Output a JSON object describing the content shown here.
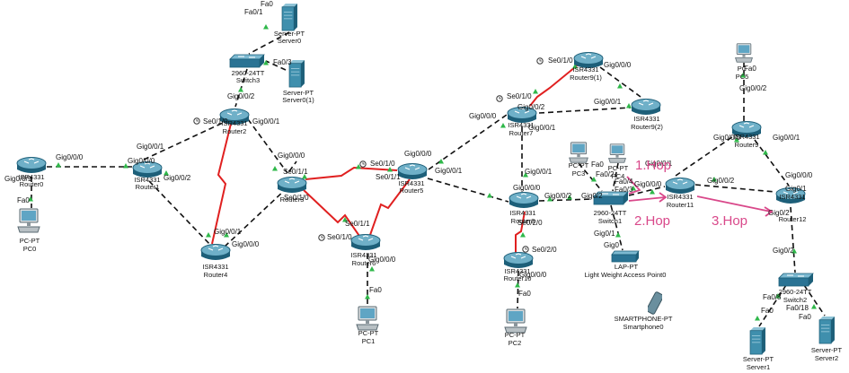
{
  "devices": {
    "server0": {
      "model": "Server-PT",
      "name": "Server0"
    },
    "server01": {
      "model": "Server-PT",
      "name": "Server0(1)"
    },
    "switch3": {
      "model": "2960-24TT",
      "name": "Switch3"
    },
    "router2": {
      "model": "ISR4331",
      "name": "Router2"
    },
    "router0": {
      "model": "ISR4331",
      "name": "Router0"
    },
    "router1": {
      "model": "ISR4331",
      "name": "Router1"
    },
    "router4": {
      "model": "ISR4331",
      "name": "Router4"
    },
    "router3": {
      "model": "ISR4331",
      "name": "Router3"
    },
    "router6": {
      "model": "ISR4331",
      "name": "Router6"
    },
    "router5": {
      "model": "ISR4331",
      "name": "Router5"
    },
    "router7": {
      "model": "ISR4331",
      "name": "Router7"
    },
    "router91": {
      "model": "ISR4331",
      "name": "Router9(1)"
    },
    "router92": {
      "model": "ISR4331",
      "name": "Router9(2)"
    },
    "router8": {
      "model": "ISR4331",
      "name": "Router8"
    },
    "router10": {
      "model": "ISR4331",
      "name": "Router10"
    },
    "switch1": {
      "model": "2960-24TT",
      "name": "Switch1"
    },
    "ap0": {
      "model": "LAP-PT",
      "name": "Light Weight Access Point0"
    },
    "smartphone0": {
      "model": "SMARTPHONE-PT",
      "name": "Smartphone0"
    },
    "pc0": {
      "model": "PC-PT",
      "name": "PC0"
    },
    "pc1": {
      "model": "PC-PT",
      "name": "PC1"
    },
    "pc2": {
      "model": "PC-PT",
      "name": "PC2"
    },
    "pc3": {
      "model": "PC-PT",
      "name": "PC3"
    },
    "pc4": {
      "model": "PC-PT",
      "name": "PC4"
    },
    "pc5": {
      "model": "PC",
      "name": "PC5"
    },
    "router11": {
      "model": "ISR4331",
      "name": "Router11"
    },
    "router9": {
      "model": "ISR4331",
      "name": "Router9"
    },
    "router12": {
      "model": "ISR4331",
      "name": "Router12"
    },
    "switch2": {
      "model": "2960-24TT",
      "name": "Switch2"
    },
    "server1": {
      "model": "Server-PT",
      "name": "Server1"
    },
    "server2": {
      "model": "Server-PT",
      "name": "Server2"
    }
  },
  "ports": {
    "fa0": "Fa0",
    "fa01": "Fa0/1",
    "fa03": "Fa0/3",
    "fa02": "Fa0/2",
    "fa04": "Fa0/4",
    "fa08": "Fa0/8",
    "fa018": "Fa0/18",
    "g002": "Gig0/0/2",
    "g001": "Gig0/0/1",
    "g000": "Gig0/0/0",
    "g01": "Gig0/1",
    "g02": "Gig0/2",
    "g0": "Gig0",
    "se010": "Se0/1/0",
    "se011": "Se0/1/1",
    "se020": "Se0/2/0"
  },
  "hops": {
    "hop1": "1.Hop",
    "hop2": "2.Hop",
    "hop3": "3.Hop"
  },
  "colors": {
    "ethernet": "#111111",
    "serial": "#e02020",
    "hop": "#d9488a",
    "link_light": "#2fb84a"
  }
}
